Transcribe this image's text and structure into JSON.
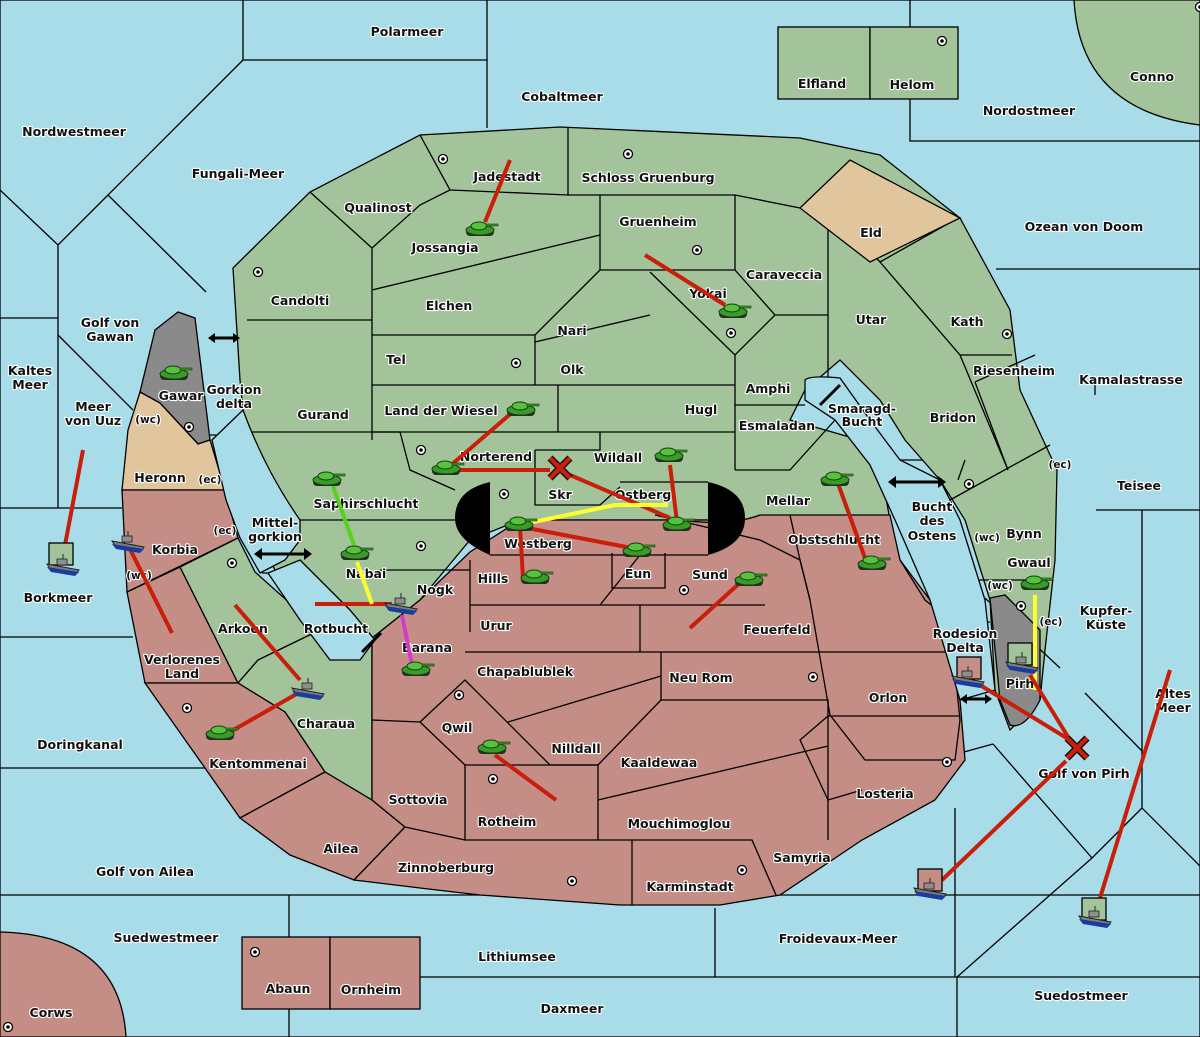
{
  "map": {
    "colors": {
      "sea": "#a8dce9",
      "power_green": "#a3c39a",
      "power_red": "#c48d85",
      "neutral": "#e1c59d",
      "impassable": "#8a8a8a",
      "order_move": "#c81e0a",
      "order_support": "#ffff30",
      "order_convoy": "#d43cc8",
      "order_green": "#55d11e"
    },
    "seas": [
      "Polarmeer",
      "Cobaltmeer",
      "Nordwestmeer",
      "Fungali-Meer",
      "Nordostmeer",
      "Ozean von Doom",
      "Golf von Gawan",
      "Kaltes Meer",
      "Meer von Uuz",
      "Gorkion delta",
      "Borkmeer",
      "Mittel-gorkion",
      "Rotbucht",
      "Smaragd-Bucht",
      "Bucht des Ostens",
      "Kamalastrasse",
      "Teisee",
      "Kupfer-Küste",
      "Rodesion Delta",
      "Golf von Pirh",
      "Altes Meer",
      "Doringkanal",
      "Golf von Ailea",
      "Suedwestmeer",
      "Lithiumsee",
      "Daxmeer",
      "Froidevaux-Meer",
      "Suedostmeer"
    ],
    "labels": {
      "Polarmeer": "Polarmeer",
      "Cobaltmeer": "Cobaltmeer",
      "Nordwestmeer": "Nordwestmeer",
      "Fungali": "Fungali-Meer",
      "Nordostmeer": "Nordostmeer",
      "Ozean": "Ozean von Doom",
      "Gawan1": "Golf von",
      "Gawan2": "Gawan",
      "Kaltes1": "Kaltes",
      "Kaltes2": "Meer",
      "Uuz1": "Meer",
      "Uuz2": "von Uuz",
      "Gorkion1": "Gorkion",
      "Gorkion2": "delta",
      "Borkmeer": "Borkmeer",
      "Mittel1": "Mittel-",
      "Mittel2": "gorkion",
      "Rotbucht": "Rotbucht",
      "Smaragd1": "Smaragd-",
      "Smaragd2": "Bucht",
      "Bucht1": "Bucht",
      "Bucht2": "des",
      "Bucht3": "Ostens",
      "Kamalastrasse": "Kamalastrasse",
      "Teisee": "Teisee",
      "Kupfer1": "Kupfer-",
      "Kupfer2": "Küste",
      "Rodesion1": "Rodesion",
      "Rodesion2": "Delta",
      "GolfPirh": "Golf von Pirh",
      "Altes1": "Altes",
      "Altes2": "Meer",
      "Doringkanal": "Doringkanal",
      "GolfAilea": "Golf von Ailea",
      "Suedwestmeer": "Suedwestmeer",
      "Lithiumsee": "Lithiumsee",
      "Daxmeer": "Daxmeer",
      "Froidevaux": "Froidevaux-Meer",
      "Suedostmeer": "Suedostmeer",
      "Elfland": "Elfland",
      "Helom": "Helom",
      "Conno": "Conno",
      "Jadestadt": "Jadestadt",
      "Schloss": "Schloss Gruenburg",
      "Qualinost": "Qualinost",
      "Jossangia": "Jossangia",
      "Gruenheim": "Gruenheim",
      "Eld": "Eld",
      "Candolti": "Candolti",
      "Elchen": "Elchen",
      "Caraveccia": "Caraveccia",
      "Yokai": "Yokai",
      "Nari": "Nari",
      "Utar": "Utar",
      "Kath": "Kath",
      "Tel": "Tel",
      "Olk": "Olk",
      "Gawar": "Gawar",
      "wc": "(wc)",
      "ec": "(ec)",
      "Amphi": "Amphi",
      "Riesenheim": "Riesenheim",
      "Gurand": "Gurand",
      "LandWiesel": "Land der Wiesel",
      "Hugl": "Hugl",
      "Esmaladan": "Esmaladan",
      "Bridon": "Bridon",
      "Norterend": "Norterend",
      "Wildall": "Wildall",
      "Heronn": "Heronn",
      "Skr": "Skr",
      "Ostberg": "Ostberg",
      "Mellar": "Mellar",
      "Saphirschlucht": "Saphirschlucht",
      "Westberg": "Westberg",
      "Obstschlucht": "Obstschlucht",
      "Korbia": "Korbia",
      "Bynn": "Bynn",
      "Nabai": "Nabai",
      "Hills": "Hills",
      "Eun": "Eun",
      "Sund": "Sund",
      "Gwaul": "Gwaul",
      "Nogk": "Nogk",
      "Arkoon": "Arkoon",
      "Urur": "Urur",
      "Feuerfeld": "Feuerfeld",
      "Verlorenes1": "Verlorenes",
      "Verlorenes2": "Land",
      "Barana": "Barana",
      "Chapablublek": "Chapablublek",
      "Pirh": "Pirh",
      "NeuRom": "Neu Rom",
      "Orlon": "Orlon",
      "Charaua": "Charaua",
      "Qwil": "Qwil",
      "Nilldall": "Nilldall",
      "Kentommenai": "Kentommenai",
      "Kaaldewaa": "Kaaldewaa",
      "Losteria": "Losteria",
      "Sottovia": "Sottovia",
      "Rotheim": "Rotheim",
      "Mouchimoglou": "Mouchimoglou",
      "Ailea": "Ailea",
      "Samyria": "Samyria",
      "Zinnoberburg": "Zinnoberburg",
      "Karminstadt": "Karminstadt",
      "Abaun": "Abaun",
      "Ornheim": "Ornheim",
      "Corws": "Corws"
    },
    "units": [
      {
        "type": "army",
        "power": "green",
        "province": "Jossangia"
      },
      {
        "type": "army",
        "power": "green",
        "province": "Yokai"
      },
      {
        "type": "army",
        "power": "green",
        "province": "Gawar"
      },
      {
        "type": "army",
        "power": "green",
        "province": "Land der Wiesel"
      },
      {
        "type": "army",
        "power": "green",
        "province": "Norterend"
      },
      {
        "type": "army",
        "power": "green",
        "province": "Wildall"
      },
      {
        "type": "army",
        "power": "green",
        "province": "Saphirschlucht"
      },
      {
        "type": "army",
        "power": "green",
        "province": "Mellar"
      },
      {
        "type": "army",
        "power": "green",
        "province": "Westberg"
      },
      {
        "type": "army",
        "power": "green",
        "province": "Ostberg"
      },
      {
        "type": "army",
        "power": "green",
        "province": "Nabai"
      },
      {
        "type": "army",
        "power": "green",
        "province": "Eun"
      },
      {
        "type": "army",
        "power": "green",
        "province": "Hills"
      },
      {
        "type": "army",
        "power": "green",
        "province": "Sund"
      },
      {
        "type": "army",
        "power": "green",
        "province": "Obstschlucht"
      },
      {
        "type": "army",
        "power": "green",
        "province": "Gwaul"
      },
      {
        "type": "army",
        "power": "green",
        "province": "Barana"
      },
      {
        "type": "army",
        "power": "green",
        "province": "Qwil"
      },
      {
        "type": "army",
        "power": "green",
        "province": "Kentommenai"
      },
      {
        "type": "fleet",
        "power": "green",
        "province": "Borkmeer"
      },
      {
        "type": "fleet",
        "power": "red",
        "province": "Korbia"
      },
      {
        "type": "fleet",
        "power": "red",
        "province": "Rotbucht"
      },
      {
        "type": "fleet",
        "power": "red",
        "province": "Charaua"
      },
      {
        "type": "fleet",
        "power": "green",
        "province": "Pirh"
      },
      {
        "type": "fleet",
        "power": "red",
        "province": "Rodesion Delta"
      },
      {
        "type": "fleet",
        "power": "red",
        "province": "Froidevaux-Meer"
      },
      {
        "type": "fleet",
        "power": "green",
        "province": "Suedostmeer"
      }
    ]
  }
}
